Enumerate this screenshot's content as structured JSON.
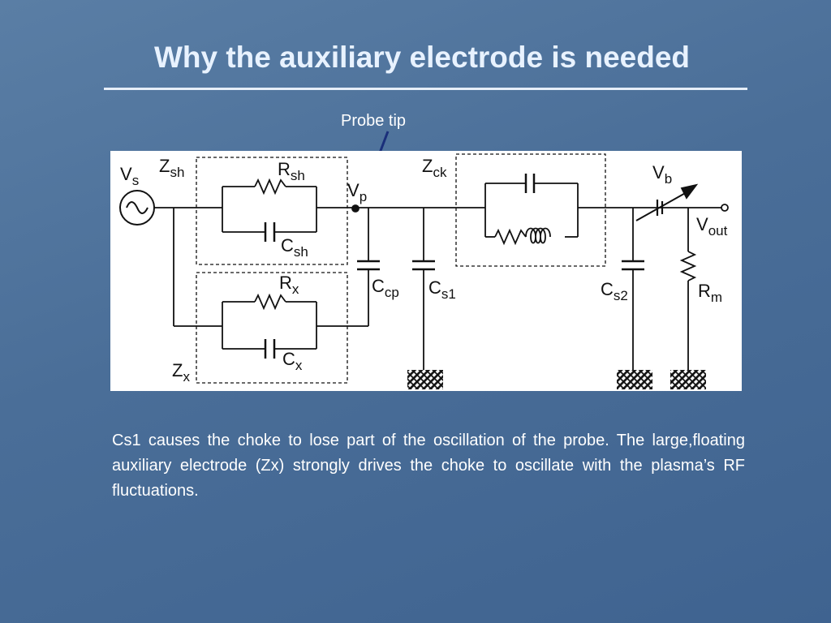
{
  "slide": {
    "title": "Why the auxiliary electrode is needed",
    "probe_label": "Probe tip",
    "body": "Cs1 causes the choke to lose part of the oscillation of the probe. The large,floating auxiliary electrode (Zx) strongly drives the choke to oscillate with the plasma’s RF fluctuations."
  },
  "circuit": {
    "vs": {
      "main": "V",
      "sub": "s"
    },
    "zsh": {
      "main": "Z",
      "sub": "sh"
    },
    "rsh": {
      "main": "R",
      "sub": "sh"
    },
    "csh": {
      "main": "C",
      "sub": "sh"
    },
    "vp": {
      "main": "V",
      "sub": "p"
    },
    "zck": {
      "main": "Z",
      "sub": "ck"
    },
    "vb": {
      "main": "V",
      "sub": "b"
    },
    "vout": {
      "main": "V",
      "sub": "out"
    },
    "ccp": {
      "main": "C",
      "sub": "cp"
    },
    "cs1": {
      "main": "C",
      "sub": "s1"
    },
    "cs2": {
      "main": "C",
      "sub": "s2"
    },
    "rm": {
      "main": "R",
      "sub": "m"
    },
    "rx": {
      "main": "R",
      "sub": "x"
    },
    "cx": {
      "main": "C",
      "sub": "x"
    },
    "zx": {
      "main": "Z",
      "sub": "x"
    }
  },
  "colors": {
    "background": "#4a6e98",
    "title": "#e8f2ff",
    "arrow": "#1a2f7a",
    "wire": "#111111"
  }
}
